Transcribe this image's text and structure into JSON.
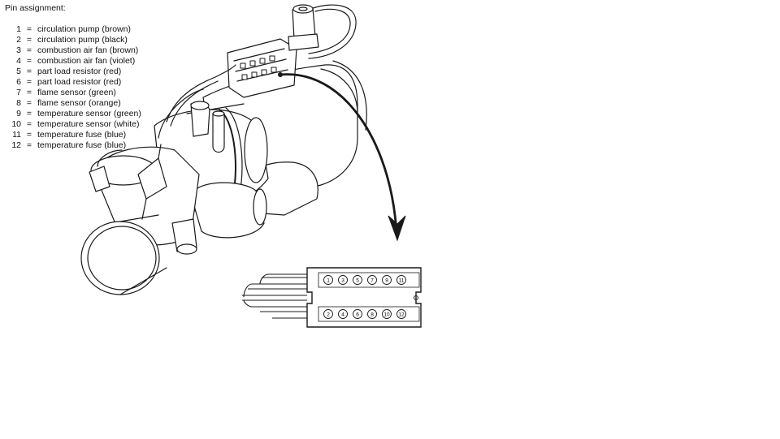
{
  "legend": {
    "title": "Pin assignment:",
    "pins": [
      {
        "num": "1",
        "eq": "=",
        "desc": "circulation pump (brown)"
      },
      {
        "num": "2",
        "eq": "=",
        "desc": "circulation pump (black)"
      },
      {
        "num": "3",
        "eq": "=",
        "desc": "combustion air fan (brown)"
      },
      {
        "num": "4",
        "eq": "=",
        "desc": "combustion air fan (violet)"
      },
      {
        "num": "5",
        "eq": "=",
        "desc": "part load resistor (red)"
      },
      {
        "num": "6",
        "eq": "=",
        "desc": "part load resistor (red)"
      },
      {
        "num": "7",
        "eq": "=",
        "desc": "flame sensor (green)"
      },
      {
        "num": "8",
        "eq": "=",
        "desc": "flame sensor (orange)"
      },
      {
        "num": "9",
        "eq": "=",
        "desc": "temperature sensor (green)"
      },
      {
        "num": "10",
        "eq": "=",
        "desc": "temperature sensor (white)"
      },
      {
        "num": "11",
        "eq": "=",
        "desc": "temperature fuse (blue)"
      },
      {
        "num": "12",
        "eq": "=",
        "desc": "temperature fuse (blue)"
      }
    ]
  },
  "connector": {
    "top_pins": [
      "1",
      "3",
      "5",
      "7",
      "9",
      "11"
    ],
    "bottom_pins": [
      "2",
      "4",
      "6",
      "8",
      "10",
      "12"
    ]
  },
  "colors": {
    "line": "#1a1a1a",
    "background": "#ffffff"
  }
}
